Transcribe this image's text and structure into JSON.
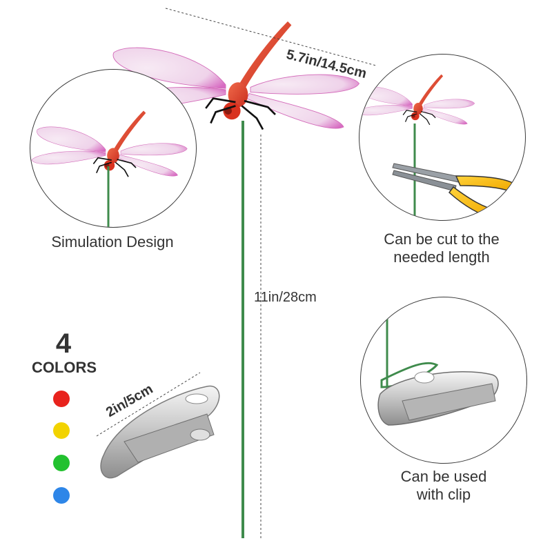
{
  "captions": {
    "simulation": "Simulation Design",
    "cut_line1": "Can be cut to the",
    "cut_line2": "needed length",
    "clip_line1": "Can be used",
    "clip_line2": "with clip"
  },
  "dimensions": {
    "wingspan": "5.7in/14.5cm",
    "stake_length": "11in/28cm",
    "clip_length": "2in/5cm"
  },
  "colors_block": {
    "count": "4",
    "label": "COLORS",
    "swatches": [
      "#e8231d",
      "#f2d300",
      "#22c12f",
      "#2e86e8"
    ]
  }
}
